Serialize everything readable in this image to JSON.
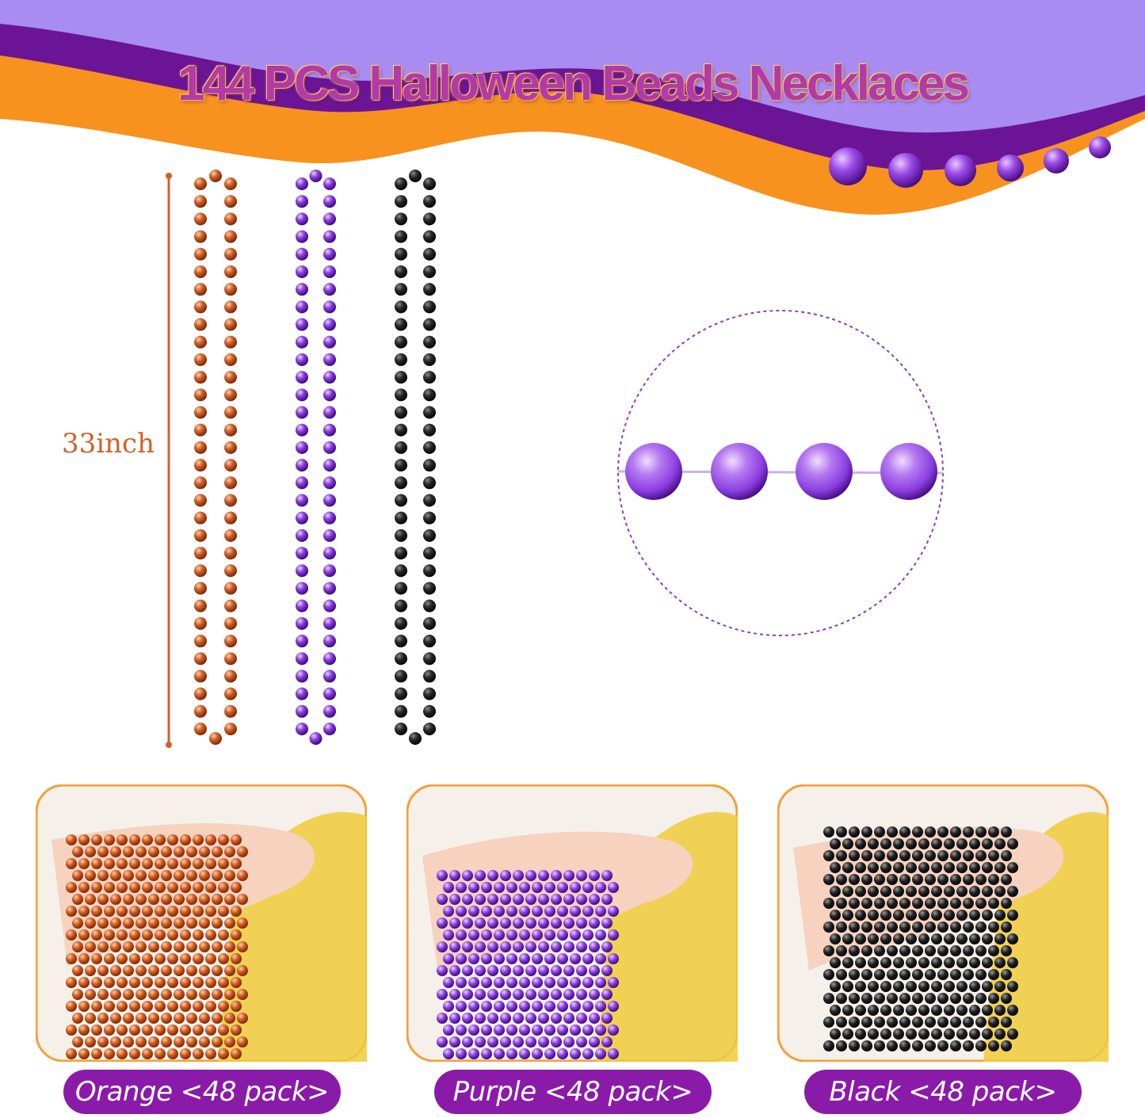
{
  "title": "144 PCS Halloween Beads Necklaces",
  "length_label": "33inch",
  "colors": {
    "orange": "#f7921e",
    "purple": "#7a16b0",
    "lavender": "#a08cf0",
    "orange_bead": "#c9561f",
    "purple_bead": "#8a3fe0",
    "black_bead": "#1c1c1c",
    "pill": "#8a1ba8",
    "photo_border": "#f2a13a"
  },
  "packs": [
    {
      "label": "Orange <48 pack>",
      "bead_color": "#c9561f"
    },
    {
      "label": "Purple <48 pack>",
      "bead_color": "#8a3fe0"
    },
    {
      "label": "Black <48 pack>",
      "bead_color": "#1c1c1c"
    }
  ]
}
